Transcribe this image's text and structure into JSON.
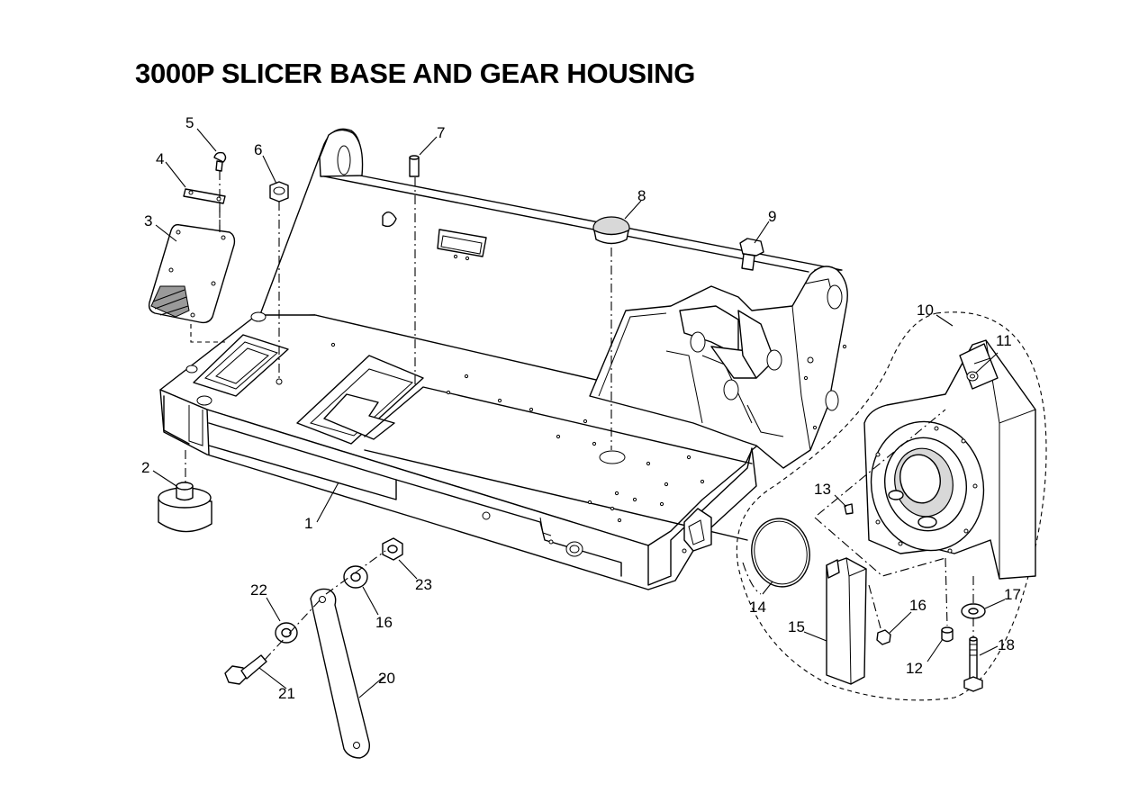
{
  "title": "3000P SLICER BASE AND GEAR HOUSING",
  "callouts": [
    {
      "id": "1",
      "label": "1"
    },
    {
      "id": "2",
      "label": "2"
    },
    {
      "id": "3",
      "label": "3"
    },
    {
      "id": "4",
      "label": "4"
    },
    {
      "id": "5",
      "label": "5"
    },
    {
      "id": "6",
      "label": "6"
    },
    {
      "id": "7",
      "label": "7"
    },
    {
      "id": "8",
      "label": "8"
    },
    {
      "id": "9",
      "label": "9"
    },
    {
      "id": "10",
      "label": "10"
    },
    {
      "id": "11",
      "label": "11"
    },
    {
      "id": "12",
      "label": "12"
    },
    {
      "id": "13",
      "label": "13"
    },
    {
      "id": "14",
      "label": "14"
    },
    {
      "id": "15",
      "label": "15"
    },
    {
      "id": "16a",
      "label": "16"
    },
    {
      "id": "16b",
      "label": "16"
    },
    {
      "id": "17",
      "label": "17"
    },
    {
      "id": "18",
      "label": "18"
    },
    {
      "id": "20",
      "label": "20"
    },
    {
      "id": "21",
      "label": "21"
    },
    {
      "id": "22",
      "label": "22"
    },
    {
      "id": "23",
      "label": "23"
    }
  ]
}
